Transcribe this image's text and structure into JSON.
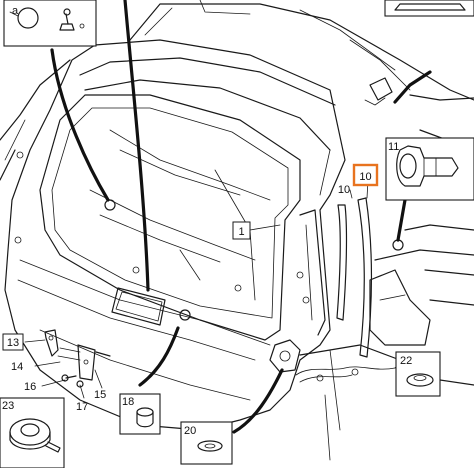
{
  "callouts": {
    "c1": "1",
    "c10a": "10",
    "c10b": "10",
    "c11": "11",
    "c13": "13",
    "c14": "14",
    "c15": "15",
    "c16": "16",
    "c17": "17",
    "c18": "18",
    "c20": "20",
    "c22": "22",
    "c23": "23"
  },
  "highlight_color": "#e8731f",
  "highlighted_callout": "10"
}
